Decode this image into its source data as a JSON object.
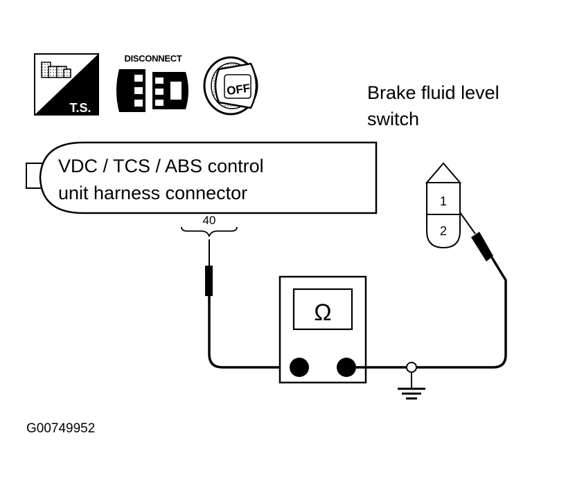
{
  "icons": {
    "ts_label": "T.S.",
    "disconnect_label": "DISCONNECT",
    "ignition_label": "OFF"
  },
  "connector": {
    "line1": "VDC / TCS / ABS control",
    "line2": "unit harness connector",
    "terminal": "40"
  },
  "switch": {
    "line1": "Brake fluid level",
    "line2": "switch",
    "terminal_1": "1",
    "terminal_2": "2"
  },
  "meter": {
    "symbol": "Ω"
  },
  "figure_id": "G00749952",
  "colors": {
    "ink": "#000000",
    "paper": "#ffffff",
    "halftone": "#d0d0d0"
  }
}
